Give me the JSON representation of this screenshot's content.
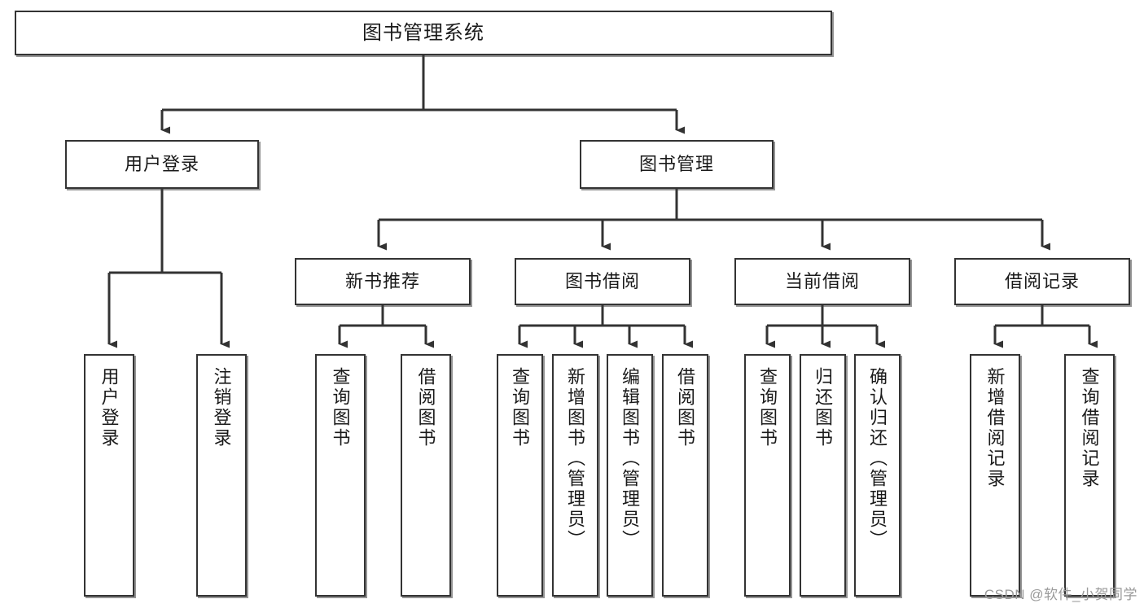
{
  "diagram": {
    "title": "图书管理系统",
    "type": "tree-hierarchy-diagram",
    "colors": {
      "box_border": "#333333",
      "box_fill": "#ffffff",
      "edge": "#333333",
      "watermark": "#9a9a9a"
    },
    "root": {
      "label": "图书管理系统"
    },
    "level2": [
      {
        "label": "用户登录"
      },
      {
        "label": "图书管理"
      }
    ],
    "level3": [
      {
        "label": "新书推荐"
      },
      {
        "label": "图书借阅"
      },
      {
        "label": "当前借阅"
      },
      {
        "label": "借阅记录"
      }
    ],
    "leaves": {
      "user_login": [
        {
          "label": "用户登录"
        },
        {
          "label": "注销登录"
        }
      ],
      "new_book_recommend": [
        {
          "label": "查询图书"
        },
        {
          "label": "借阅图书"
        }
      ],
      "book_borrow": [
        {
          "label": "查询图书"
        },
        {
          "label": "新增图书（管理员）"
        },
        {
          "label": "编辑图书（管理员）"
        },
        {
          "label": "借阅图书"
        }
      ],
      "current_borrow": [
        {
          "label": "查询图书"
        },
        {
          "label": "归还图书"
        },
        {
          "label": "确认归还（管理员）"
        }
      ],
      "borrow_record": [
        {
          "label": "新增借阅记录"
        },
        {
          "label": "查询借阅记录"
        }
      ]
    }
  },
  "watermark": {
    "text": "CSDN @软件_小贺同学"
  }
}
